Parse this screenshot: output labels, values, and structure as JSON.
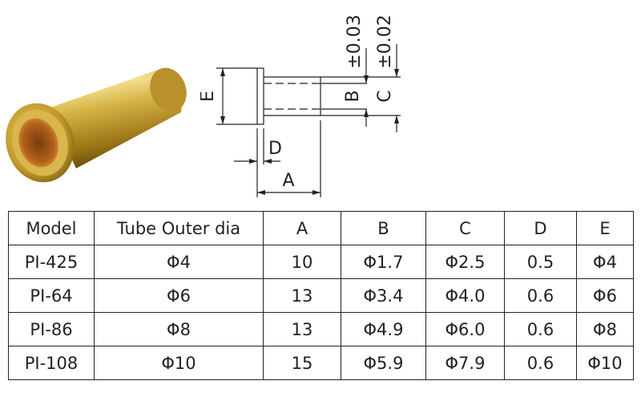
{
  "dimensions": {
    "tol_b": "±0.03",
    "tol_c": "±0.02",
    "label_a": "A",
    "label_b": "B",
    "label_c": "C",
    "label_d": "D",
    "label_e": "E"
  },
  "table": {
    "headers": [
      "Model",
      "Tube Outer dia",
      "A",
      "B",
      "C",
      "D",
      "E"
    ],
    "rows": [
      [
        "PI-425",
        "Φ4",
        "10",
        "Φ1.7",
        "Φ2.5",
        "0.5",
        "Φ4"
      ],
      [
        "PI-64",
        "Φ6",
        "13",
        "Φ3.4",
        "Φ4.0",
        "0.6",
        "Φ6"
      ],
      [
        "PI-86",
        "Φ8",
        "13",
        "Φ4.9",
        "Φ6.0",
        "0.6",
        "Φ8"
      ],
      [
        "PI-108",
        "Φ10",
        "15",
        "Φ5.9",
        "Φ7.9",
        "0.6",
        "Φ10"
      ]
    ]
  },
  "colors": {
    "brass": "#c9a43a",
    "brass_dark": "#8a6a12",
    "brass_light": "#f3e39a"
  }
}
